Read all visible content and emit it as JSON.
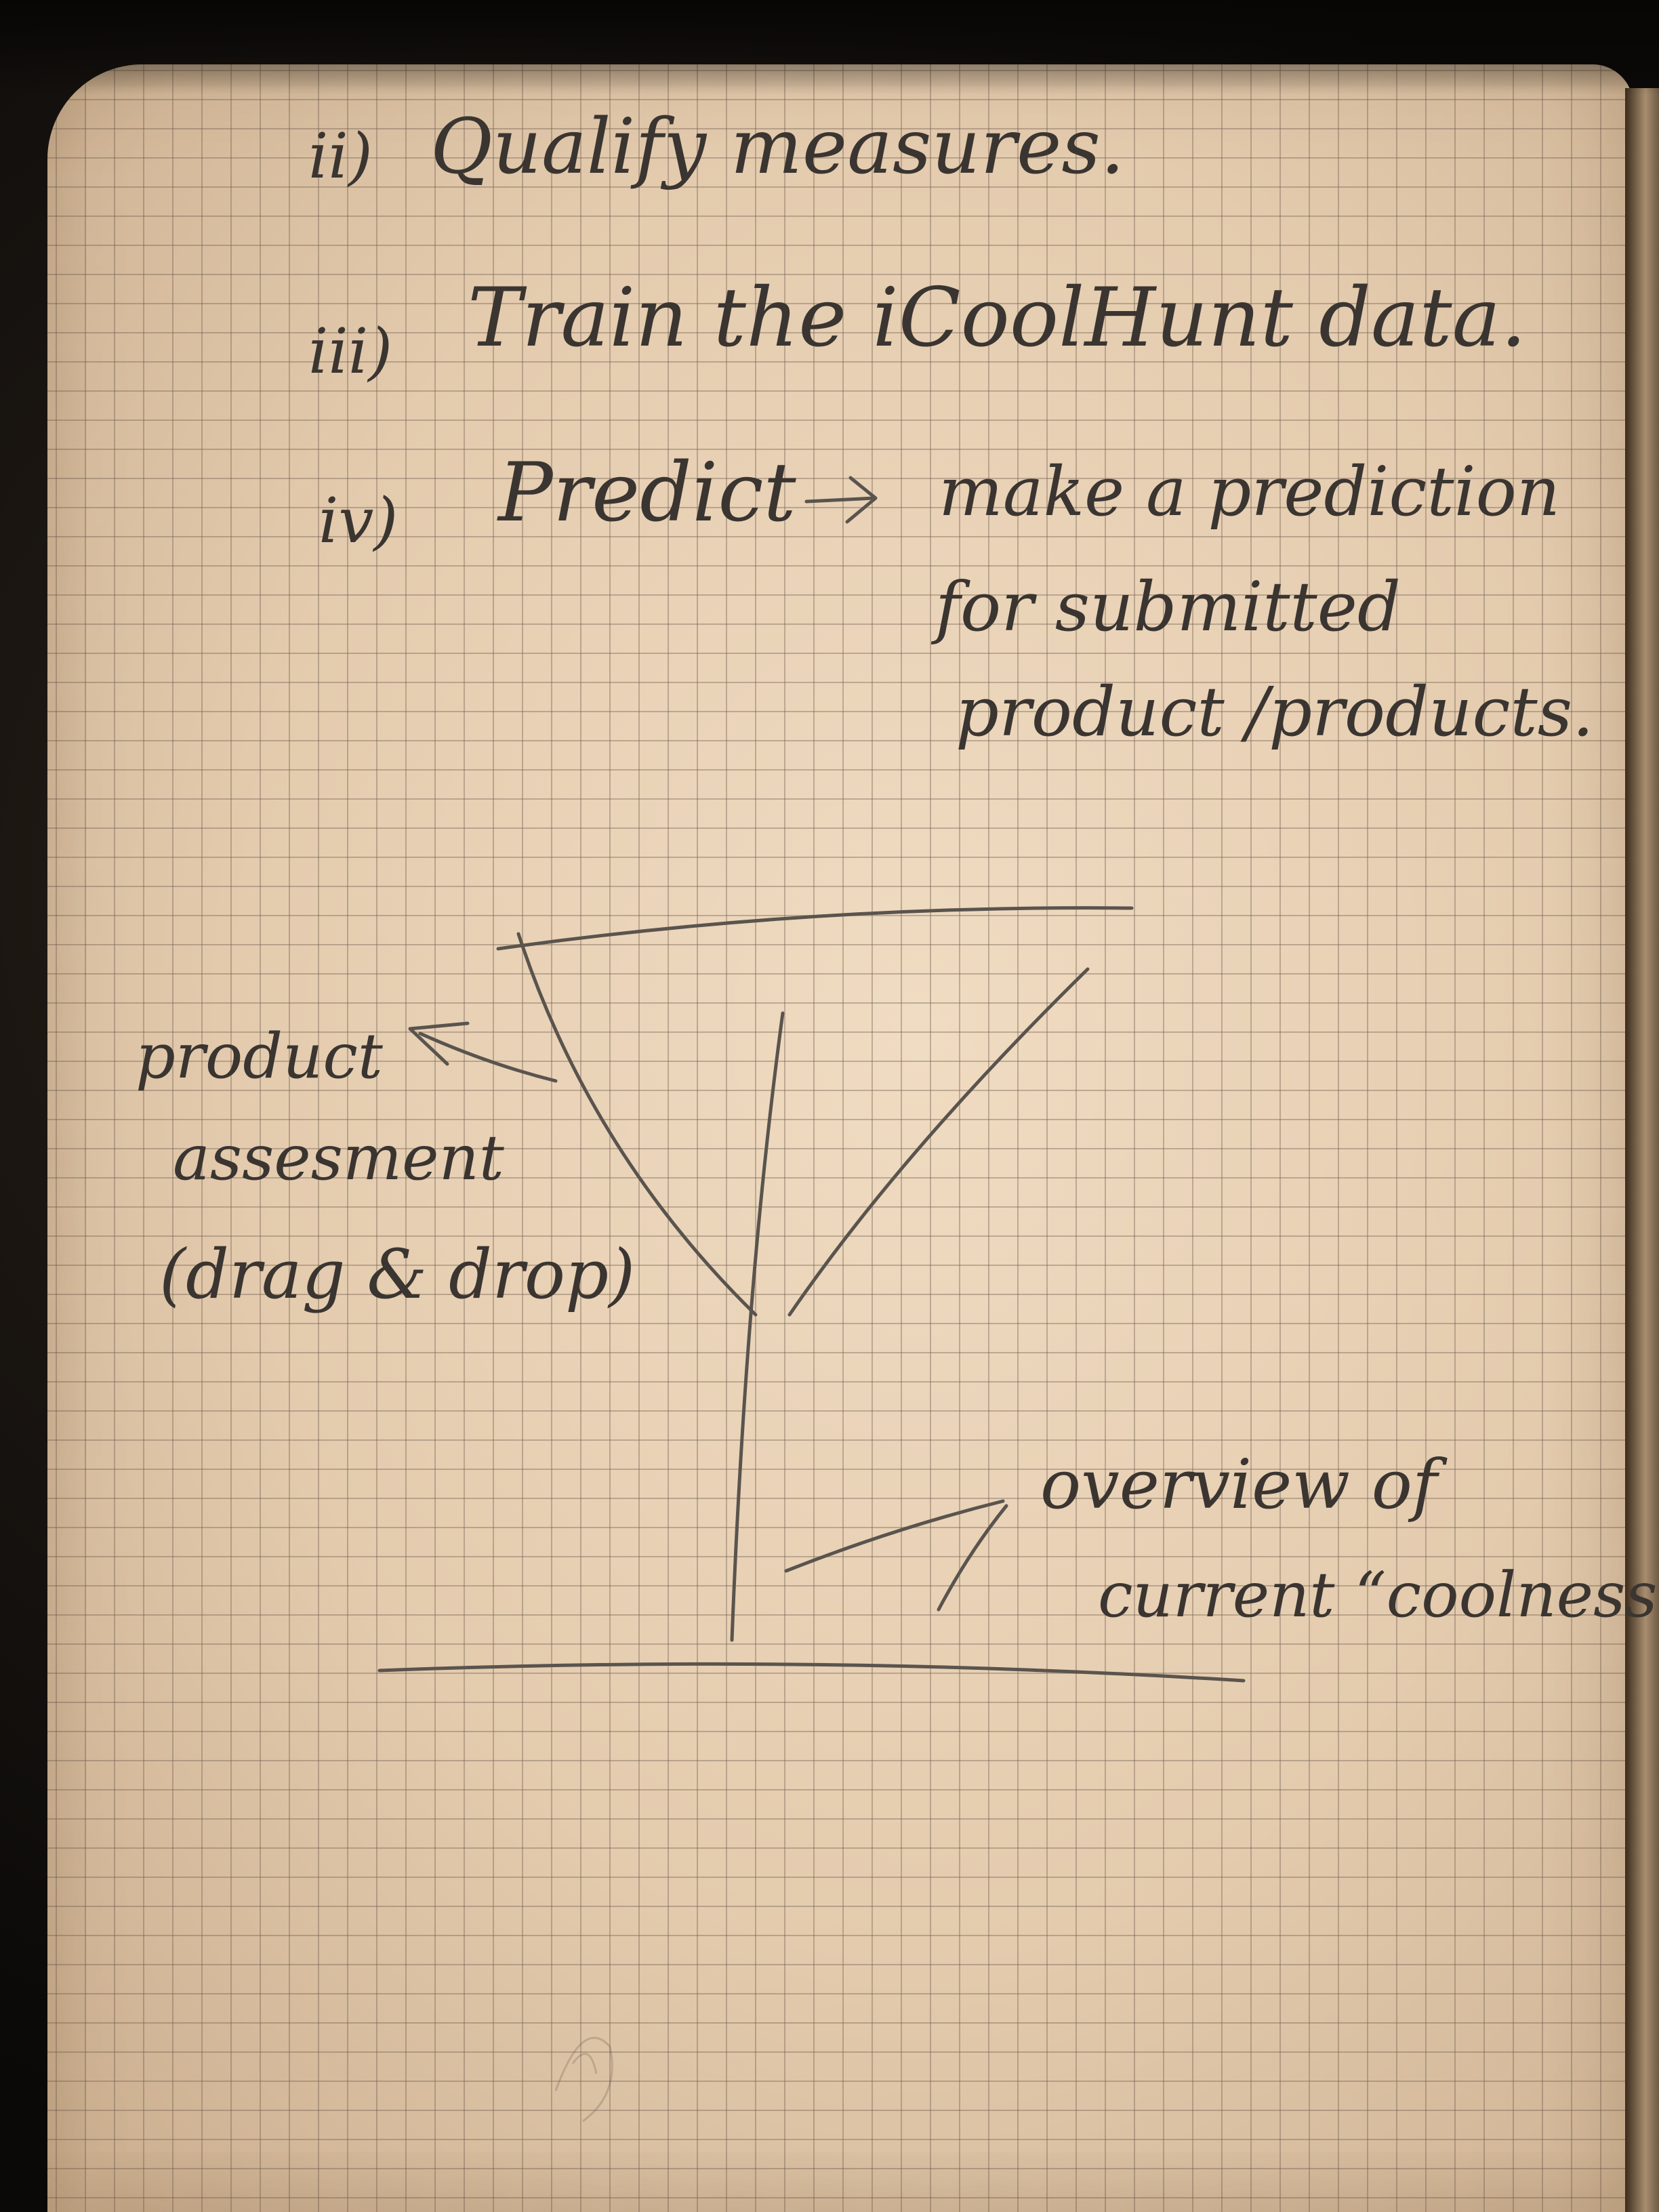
{
  "notes": {
    "items": [
      {
        "num": "ii)",
        "text": "Qualify measures."
      },
      {
        "num": "iii)",
        "text": "Train the iCoolHunt data."
      },
      {
        "num": "iv)",
        "text": "Predict"
      }
    ],
    "predict_detail": [
      "make a prediction",
      "for submitted",
      "product /products."
    ]
  },
  "sketch": {
    "left_label": [
      "product",
      "assesment",
      "(drag & drop)"
    ],
    "right_label": [
      "overview of",
      "current “coolness”"
    ]
  }
}
